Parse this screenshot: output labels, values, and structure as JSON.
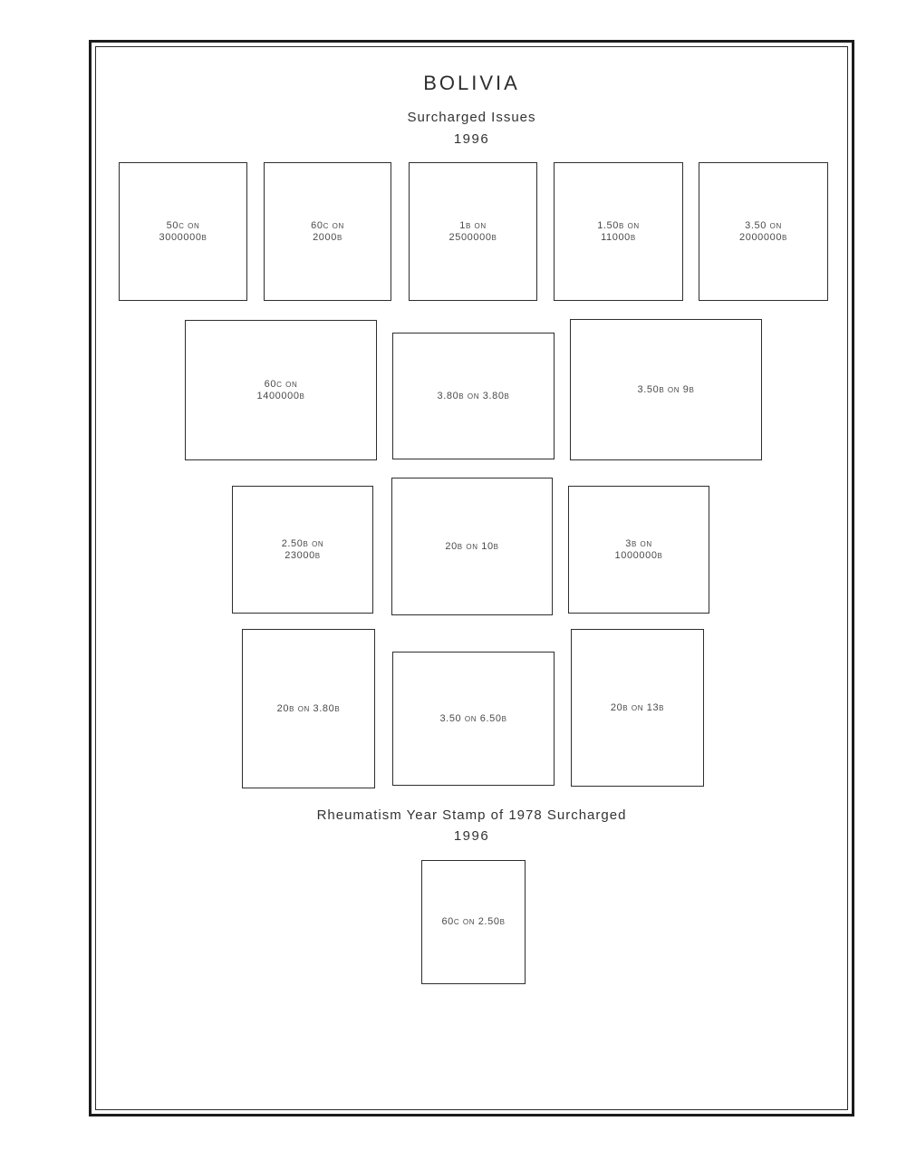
{
  "page_title": "BOLIVIA",
  "sections": [
    {
      "title": "Surcharged Issues",
      "year": "1996"
    },
    {
      "title": "Rheumatism Year Stamp of 1978 Surcharged",
      "year": "1996"
    }
  ],
  "stamps": [
    {
      "label": "50c on\n3000000b"
    },
    {
      "label": "60c on\n2000b"
    },
    {
      "label": "1b on\n2500000b"
    },
    {
      "label": "1.50b on\n11000b"
    },
    {
      "label": "3.50 on\n2000000b"
    },
    {
      "label": "60c on\n1400000b"
    },
    {
      "label": "3.80b on 3.80b"
    },
    {
      "label": "3.50b on 9b"
    },
    {
      "label": "2.50b on\n23000b"
    },
    {
      "label": "20b on 10b"
    },
    {
      "label": "3b on\n1000000b"
    },
    {
      "label": "20b on 3.80b"
    },
    {
      "label": "3.50 on 6.50b"
    },
    {
      "label": "20b on 13b"
    },
    {
      "label": "60c on 2.50b"
    }
  ],
  "colors": {
    "background": "#ffffff",
    "frame_border": "#1c1c1c",
    "box_border": "#2e2e2e",
    "heading_text": "#2e2e2e",
    "label_text": "#4a4a4a"
  }
}
